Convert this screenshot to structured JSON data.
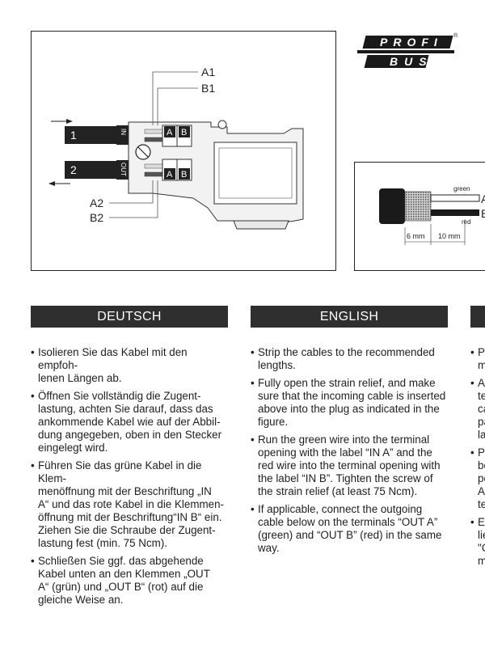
{
  "logo": {
    "line1": "PROFI",
    "line2": "BUS",
    "reg": "®"
  },
  "figure1": {
    "cable1": "1",
    "cable2": "2",
    "in_label": "IN",
    "out_label": "OUT",
    "term_a": "A",
    "term_b": "B",
    "label_a1": "A1",
    "label_b1": "B1",
    "label_a2": "A2",
    "label_b2": "B2"
  },
  "figure2": {
    "green": "green",
    "red": "red",
    "label_a": "A",
    "label_b": "B",
    "dim1": "6 mm",
    "dim2": "10 mm"
  },
  "sections": [
    {
      "title": "DEUTSCH",
      "items": [
        "Isolieren Sie das Kabel mit den empfoh-\nlenen Längen ab.",
        "Öffnen Sie vollständig die Zugent-\nlastung, achten Sie darauf, dass das\nankommende Kabel wie auf der Abbil-\ndung angegeben, oben in den Stecker\neingelegt wird.",
        "Führen Sie das grüne Kabel in die Klem-\nmenöffnung mit der Beschriftung „IN\nA“ und das rote Kabel in die Klemmen-\nöffnung mit der Beschriftung“IN B“ ein.\nZiehen Sie die Schraube der Zugent-\nlastung fest (min. 75 Ncm).",
        "Schließen Sie ggf. das abgehende\nKabel unten an den Klemmen „OUT\nA“ (grün) und „OUT B“ (rot) auf die\ngleiche Weise an."
      ]
    },
    {
      "title": "ENGLISH",
      "items": [
        "Strip the cables to the recommended\nlengths.",
        "Fully open the strain relief, and make\nsure that the incoming cable is inserted\nabove into the plug as indicated in the\nfigure.",
        "Run the green wire into the terminal\nopening with the label “IN A” and the\nred wire into the terminal opening with\nthe label “IN B”. Tighten the screw of\nthe strain relief (at least 75 Ncm).",
        "If applicable, connect the outgoing\ncable below on the terminals “OUT A”\n(green) and “OUT B” (red) in the same\nway."
      ]
    },
    {
      "title": "",
      "items": [
        "Pe\nm",
        "Al\nte\nca\npa\nla",
        "Pa\nbo\npo\nAp\nte",
        "En\nlie\n\"C\nm"
      ]
    }
  ]
}
